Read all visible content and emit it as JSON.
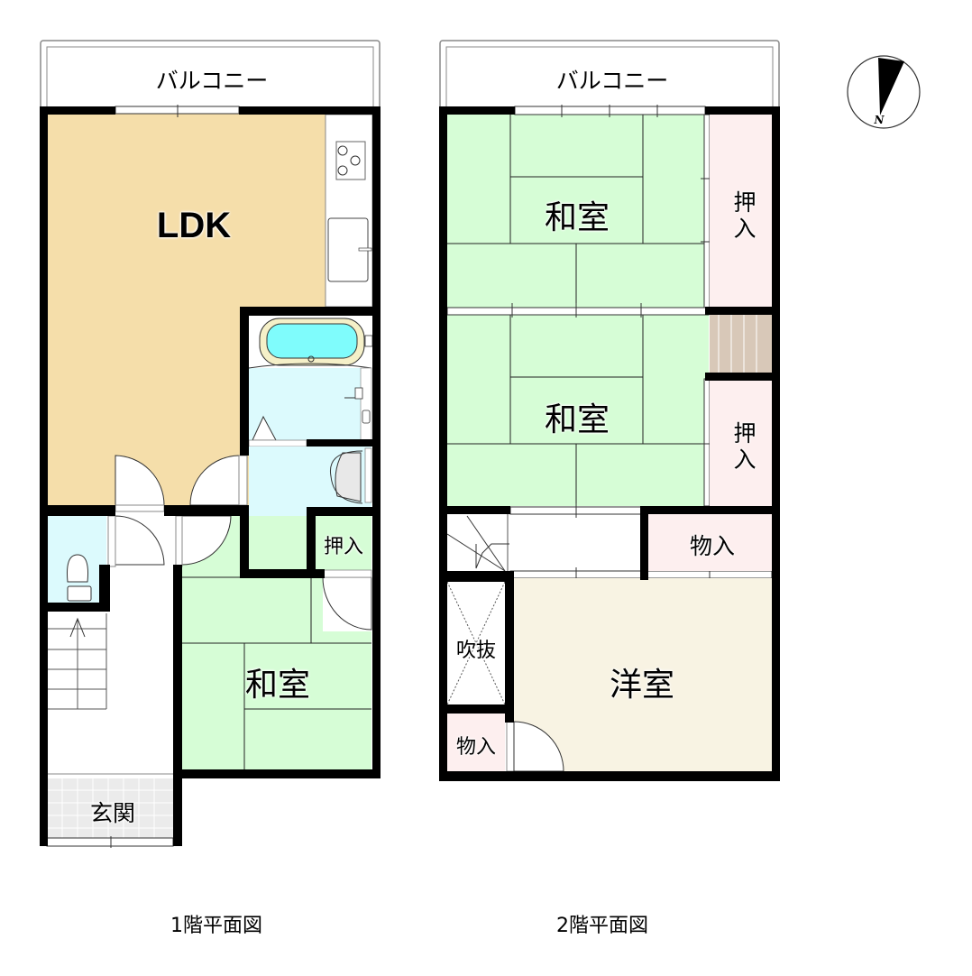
{
  "floor1": {
    "caption": "1階平面図",
    "balcony": "バルコニー",
    "rooms": {
      "ldk": "LDK",
      "washitsu": "和室",
      "oshiire": "押入",
      "genkan": "玄関"
    }
  },
  "floor2": {
    "caption": "2階平面図",
    "balcony": "バルコニー",
    "rooms": {
      "washitsu_upper": "和室",
      "washitsu_lower": "和室",
      "oshiire_upper": "押入",
      "oshiire_lower": "押入",
      "monoire_right": "物入",
      "monoire_left": "物入",
      "fukinuke": "吹抜",
      "youshitsu": "洋室"
    }
  },
  "compass": {
    "label": "N"
  },
  "colors": {
    "wall": "#000000",
    "ldk": "#f5deaa",
    "tatami": "#d6fdd6",
    "storage": "#fdefef",
    "wet": "#dcfafd",
    "tub": "#7ffcfc",
    "youshitsu": "#f8f3e3",
    "genkan": "#ebebeb",
    "stair_wood": "#d8c8b8"
  }
}
